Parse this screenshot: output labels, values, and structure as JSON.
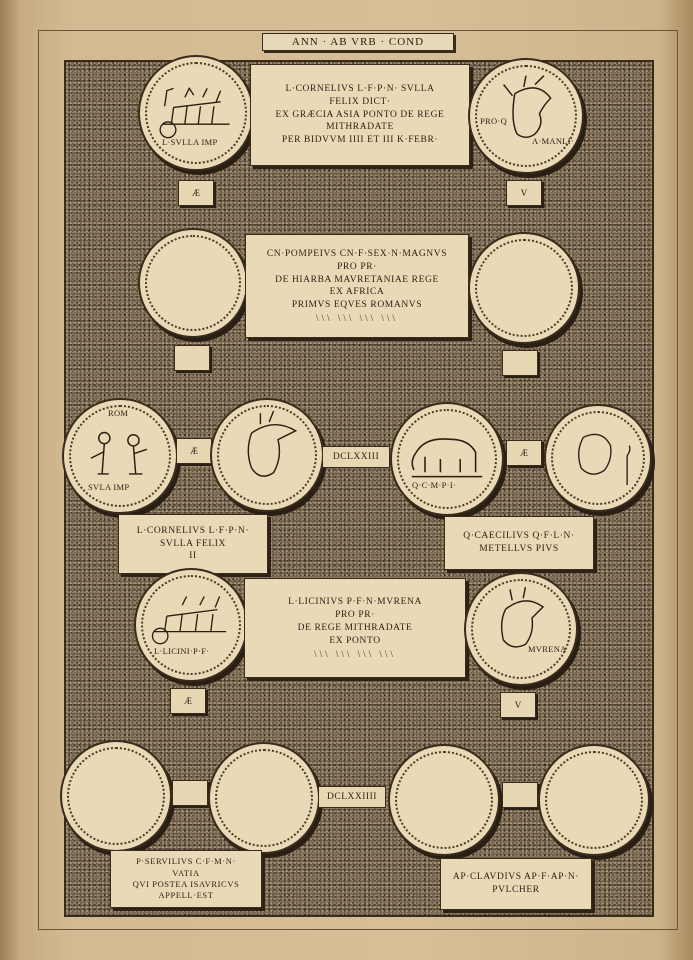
{
  "header": "ANN · AB VRB · COND",
  "row1": {
    "left_legend": "L·SVLLA IMP",
    "right_legend_a": "A·MANLI·",
    "right_legend_b": "PRO·Q",
    "left_key": "Æ",
    "right_key": "V",
    "tablet": [
      "L·CORNELIVS L·F·P·N· SVLLA",
      "FELIX DICT·",
      "EX GRÆCIA ASIA PONTO DE REGE",
      "MITHRADATE",
      "PER BIDVVM IIII ET III K·FEBR·"
    ]
  },
  "row2": {
    "tablet": [
      "CN·POMPEIVS CN·F·SEX·N·MAGNVS",
      "PRO PR·",
      "DE HIARBA MAVRETANIAE REGE",
      "EX AFRICA",
      "PRIMVS EQVES ROMANVS"
    ]
  },
  "row3": {
    "left_legend_top": "ROM",
    "left_legend": "SVLA IMP",
    "left_key": "Æ",
    "year": "DCLXXIII",
    "right_legend": "Q·C·M·P·I·",
    "right_key": "Æ",
    "left_tablet": [
      "L·CORNELIVS L·F·P·N·",
      "SVLLA FELIX",
      "II"
    ],
    "right_tablet": [
      "Q·CAECILIVS Q·F·L·N·",
      "METELLVS PIVS"
    ]
  },
  "row4": {
    "left_legend": "L·LICINI·P·F·",
    "right_legend": "MVRENA",
    "left_key": "Æ",
    "right_key": "V",
    "tablet": [
      "L·LICINIVS P·F·N·MVRENA",
      "PRO PR·",
      "DE REGE MITHRADATE",
      "EX PONTO"
    ]
  },
  "row5": {
    "year": "DCLXXIIII",
    "left_tablet": [
      "P·SERVILIVS C·F·M·N·",
      "VATIA",
      "QVI POSTEA ISAVRICVS",
      "APPELL·EST"
    ],
    "right_tablet": [
      "AP·CLAVDIVS AP·F·AP·N·",
      "PVLCHER"
    ]
  }
}
